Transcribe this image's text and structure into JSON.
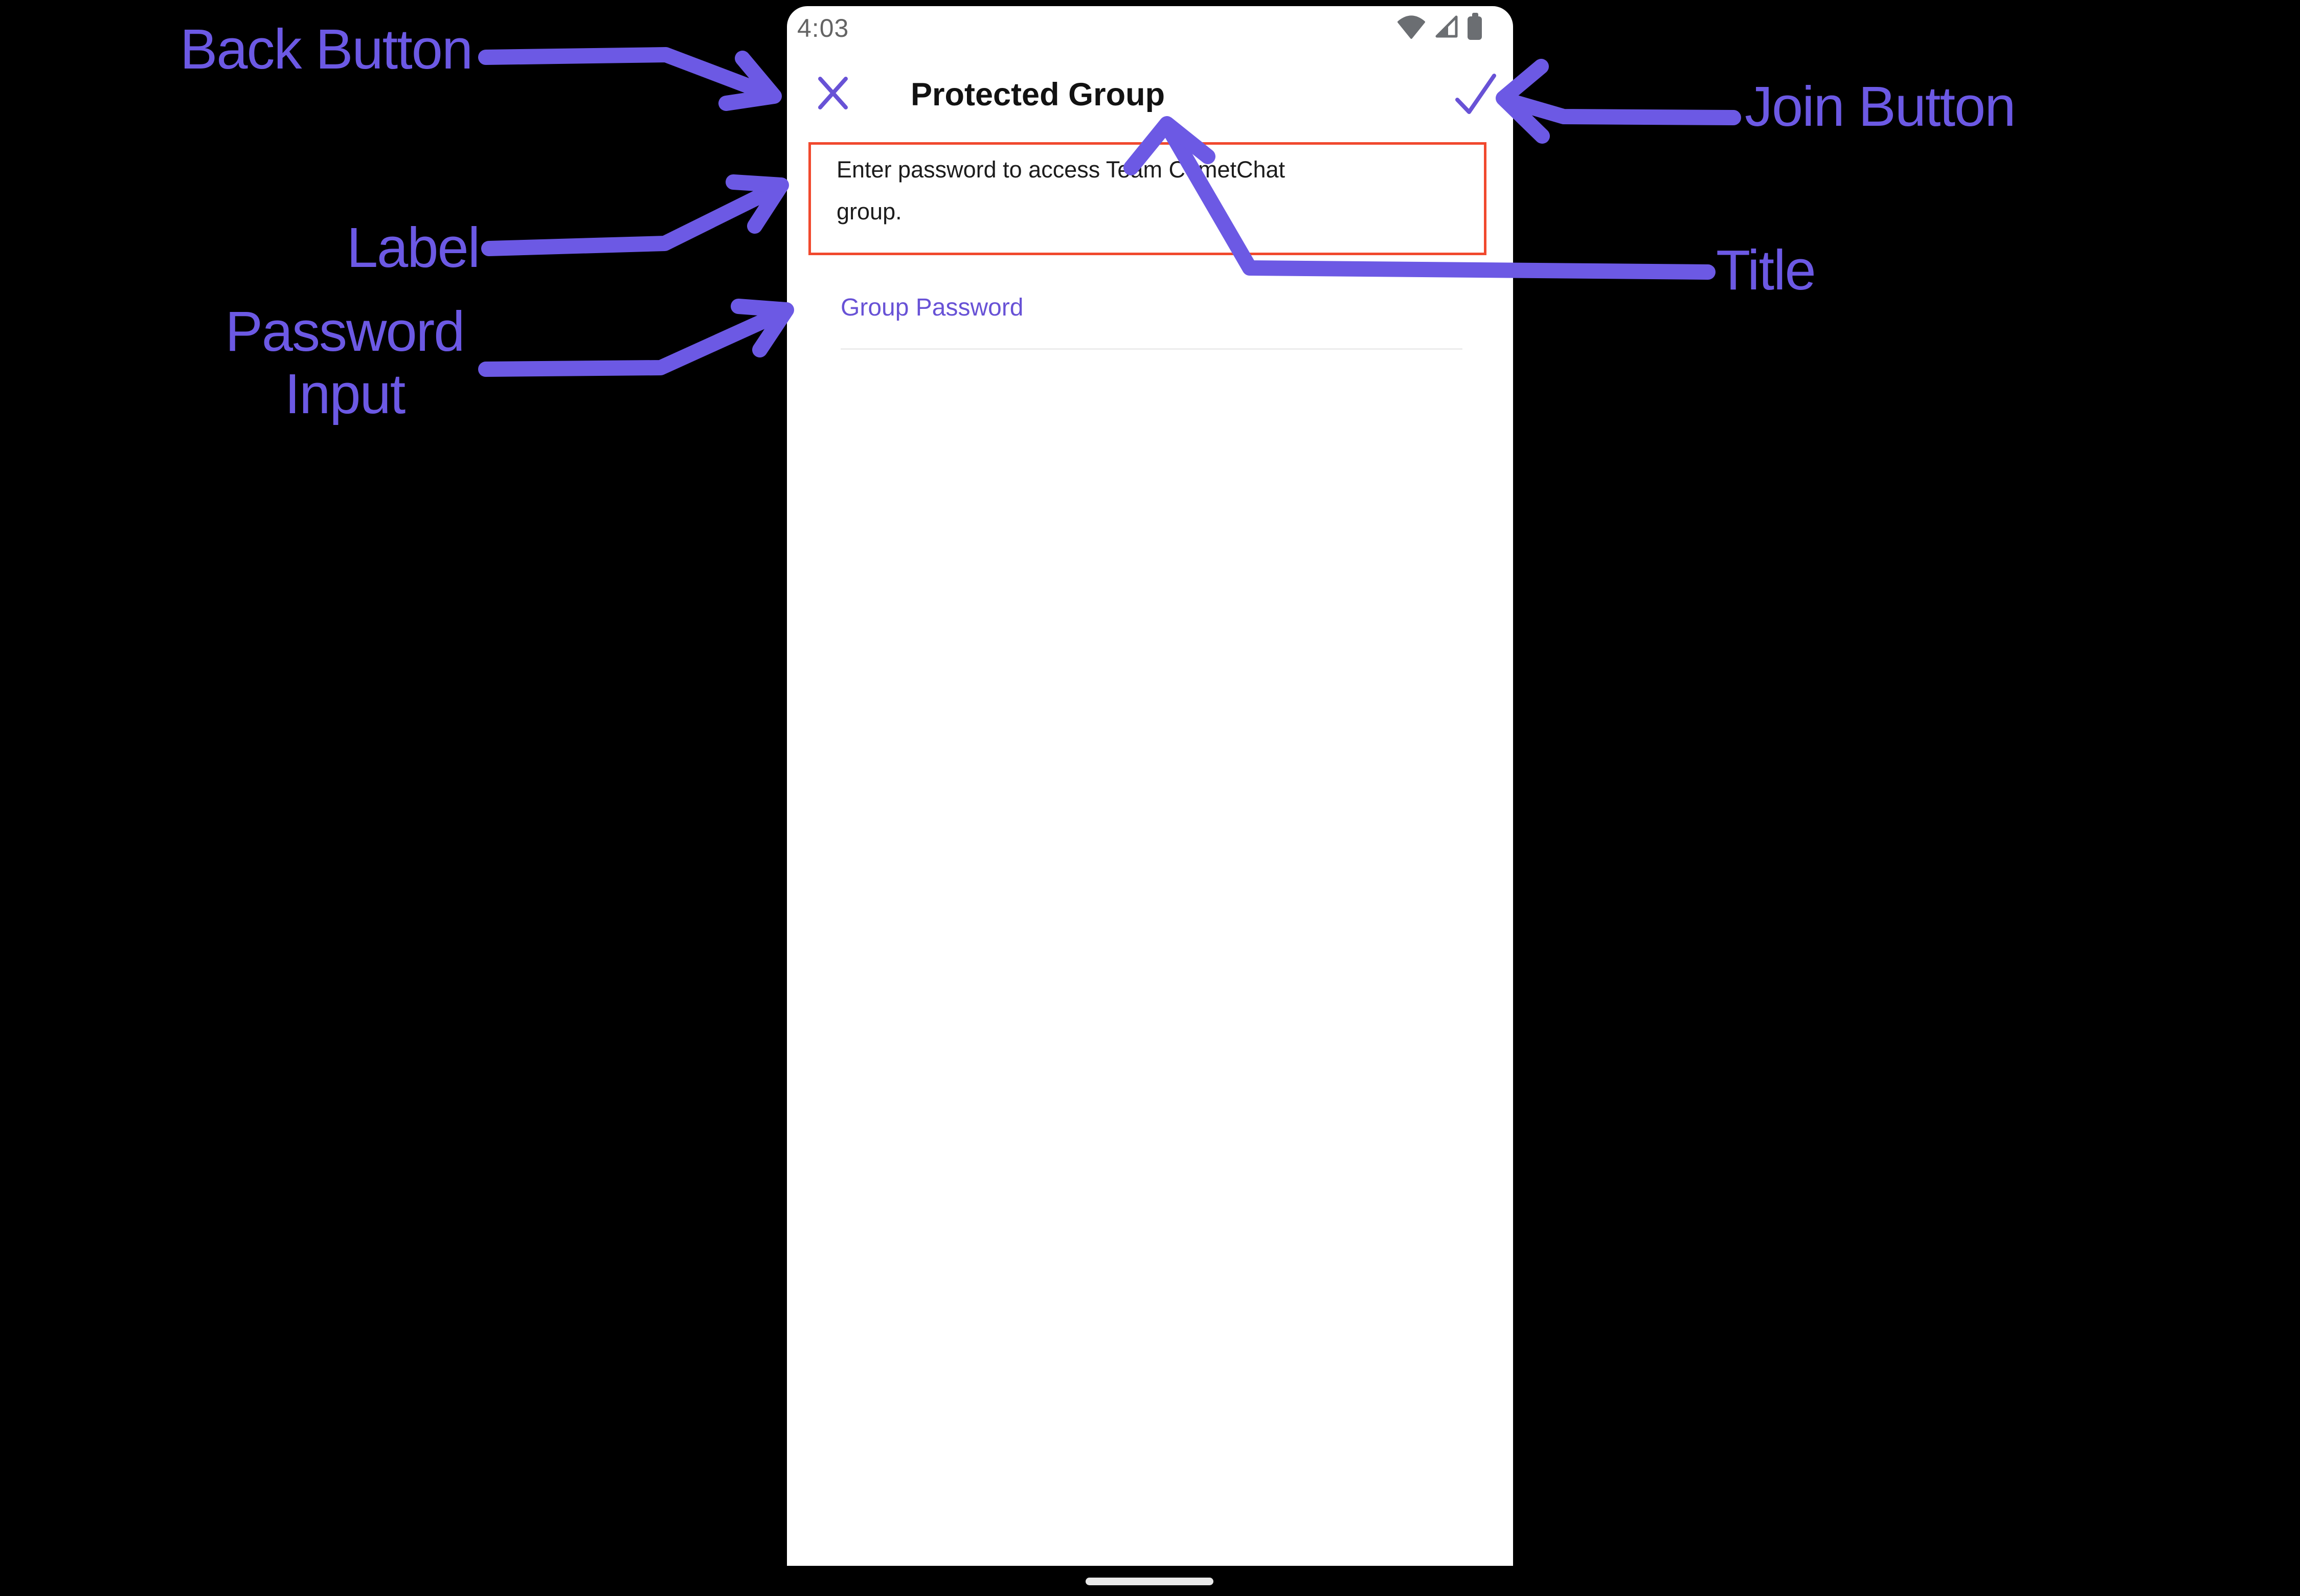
{
  "annotations": {
    "back_button": {
      "label": "Back Button"
    },
    "join_button": {
      "label": "Join Button"
    },
    "label": {
      "label": "Label"
    },
    "password_input": {
      "label": "Password Input"
    },
    "title": {
      "label": "Title"
    }
  },
  "phone": {
    "status_bar": {
      "time": "4:03",
      "icons": [
        "wifi-icon",
        "signal-icon",
        "battery-icon"
      ]
    },
    "header": {
      "title": "Protected Group",
      "close_icon_glyph": "✕",
      "join_icon_glyph": "✓"
    },
    "description": "Enter password to access Team CometChat group.",
    "password_field": {
      "label": "Group Password"
    }
  },
  "colors": {
    "annotation_purple": "#6C59E4",
    "app_purple": "#6852D6",
    "highlight_red": "#F1492E",
    "status_gray": "#646464",
    "background": "#000000"
  }
}
